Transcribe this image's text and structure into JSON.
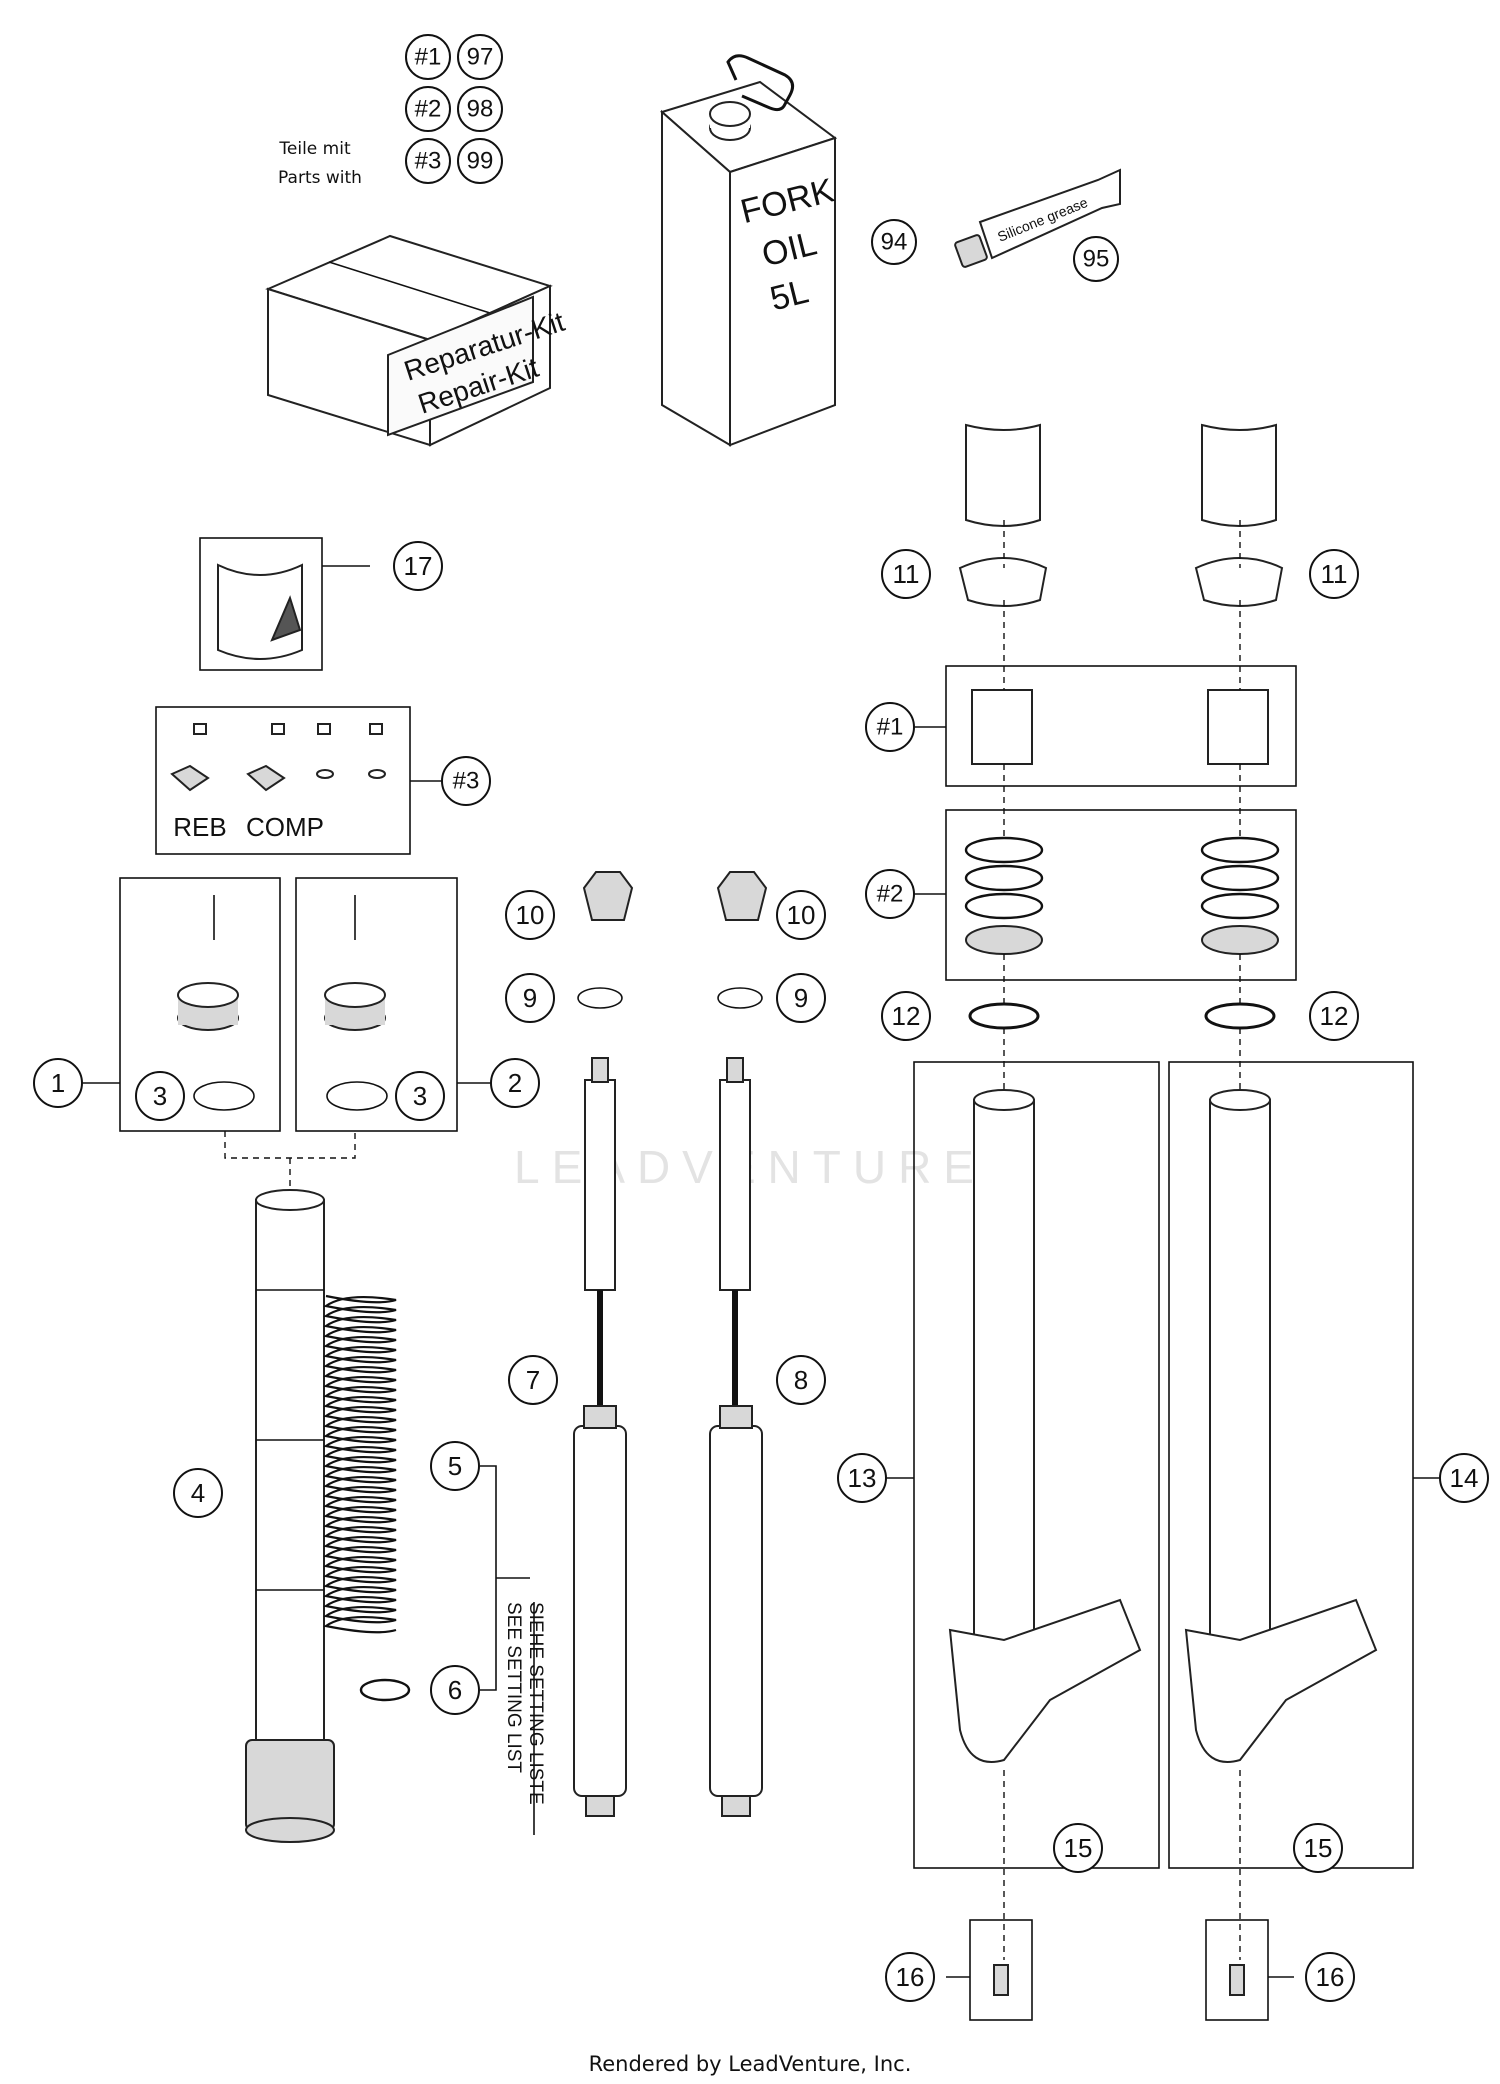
{
  "note": {
    "line1": "Teile mit",
    "line2": "Parts with"
  },
  "kit_refs": [
    {
      "group": "#1",
      "part": "97"
    },
    {
      "group": "#2",
      "part": "98"
    },
    {
      "group": "#3",
      "part": "99"
    }
  ],
  "repair_kit": {
    "line1": "Reparatur-Kit",
    "line2": "Repair-Kit"
  },
  "fork_oil": {
    "line1": "FORK",
    "line2": "OIL",
    "line3": "5L"
  },
  "grease": {
    "label": "Silicone grease"
  },
  "clamp_labels": {
    "reb": "REB",
    "comp": "COMP"
  },
  "setting_list": {
    "line1": "SIEHE SETTING LISTE",
    "line2": "SEE SETTING LIST"
  },
  "watermark": "LEADVENTURE",
  "footer": "Rendered by LeadVenture, Inc.",
  "callouts": {
    "c1": "1",
    "c2": "2",
    "c3a": "3",
    "c3b": "3",
    "c4": "4",
    "c5": "5",
    "c6": "6",
    "c7": "7",
    "c8": "8",
    "c9a": "9",
    "c9b": "9",
    "c10a": "10",
    "c10b": "10",
    "c11a": "11",
    "c11b": "11",
    "c12a": "12",
    "c12b": "12",
    "c13": "13",
    "c14": "14",
    "c15a": "15",
    "c15b": "15",
    "c16a": "16",
    "c16b": "16",
    "c17": "17",
    "g1": "#1",
    "g2": "#2",
    "g3": "#3",
    "c94": "94",
    "c95": "95"
  }
}
